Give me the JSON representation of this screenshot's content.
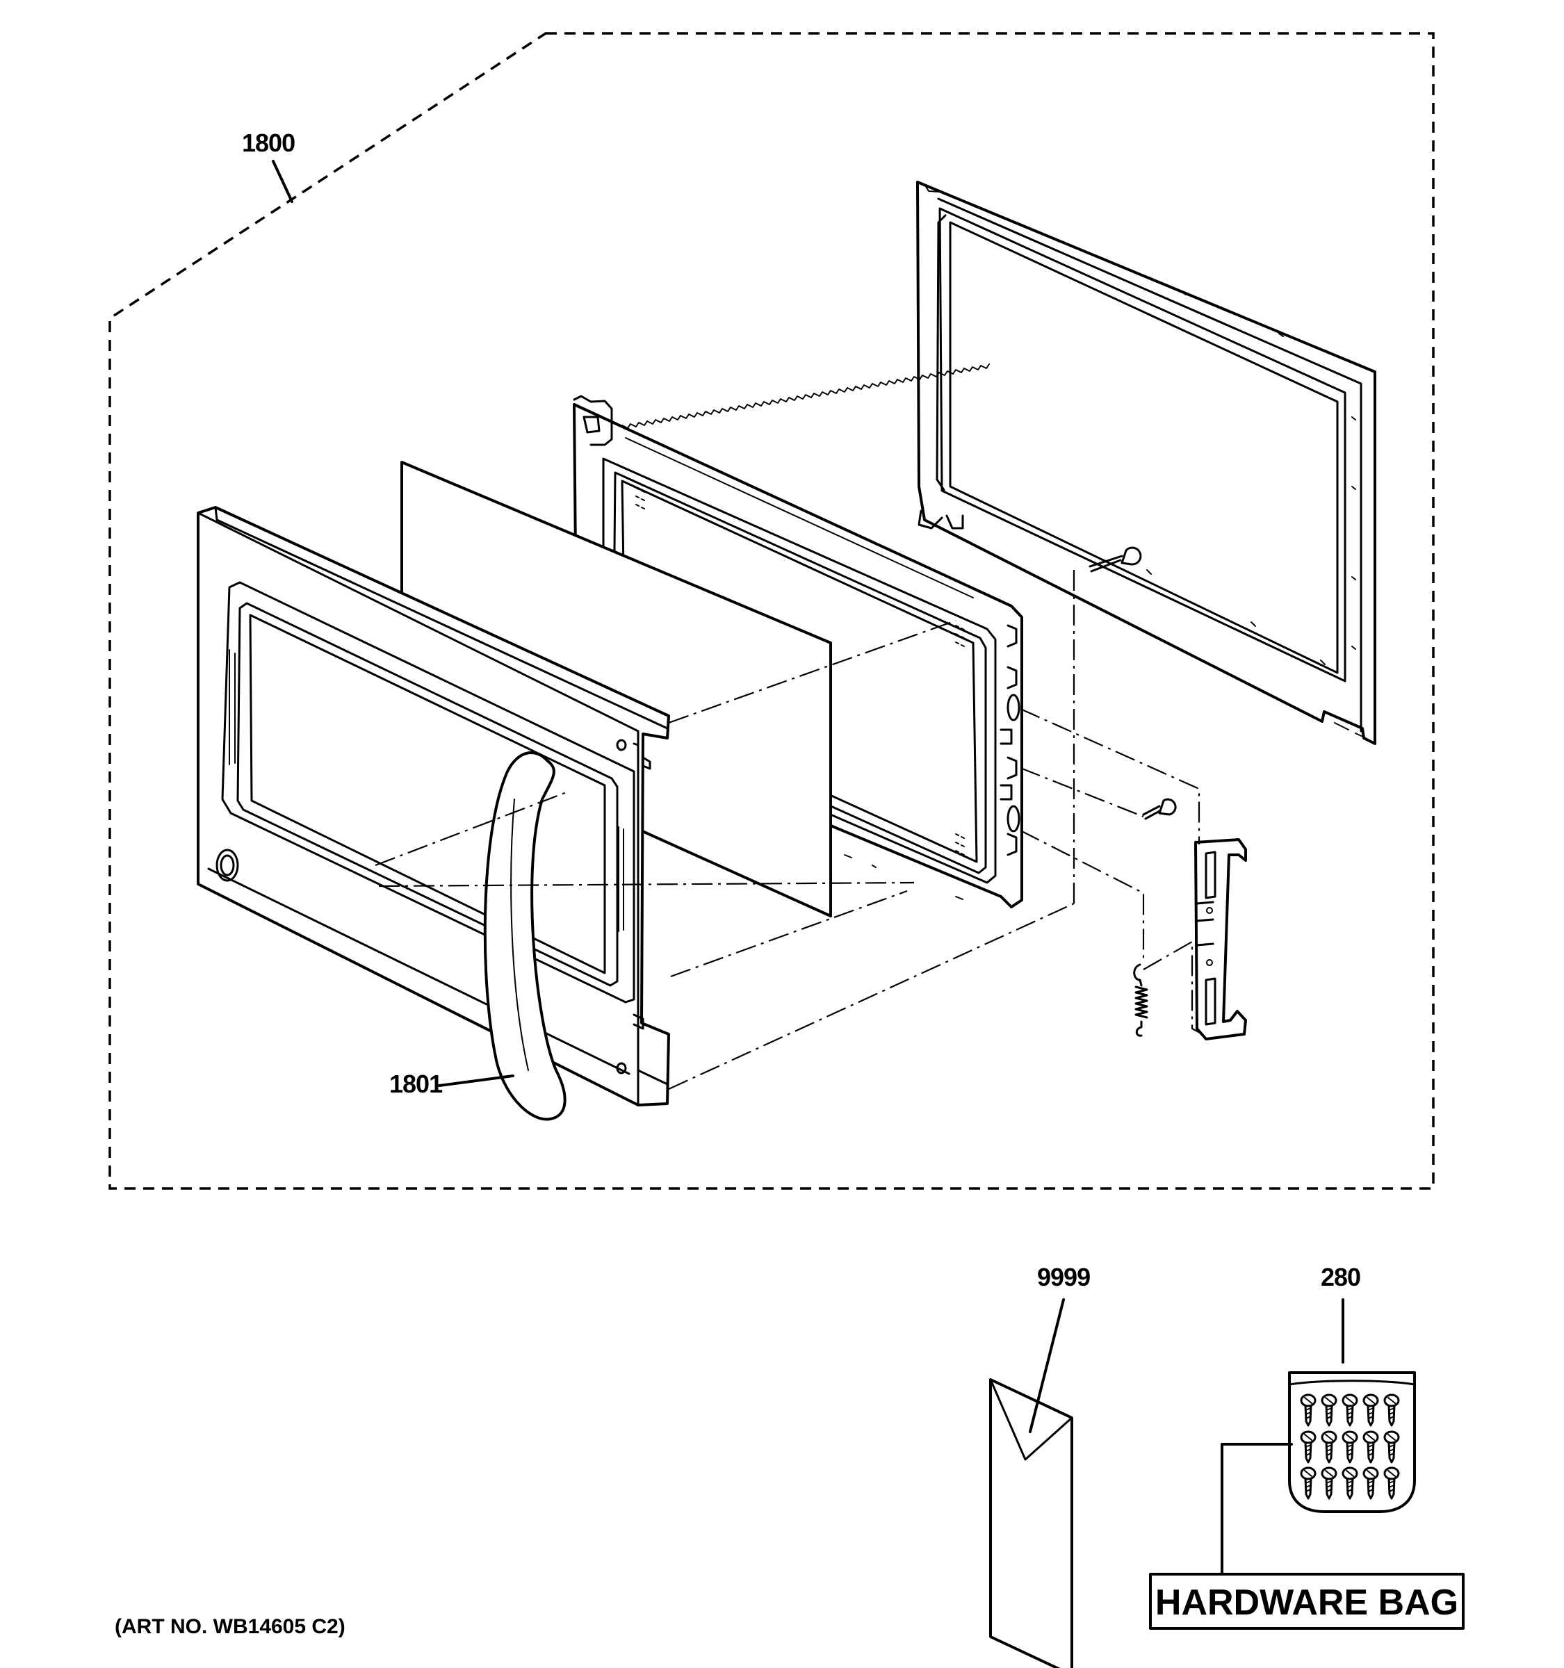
{
  "callouts": {
    "assembly": "1800",
    "handle": "1801",
    "literature": "9999",
    "hardware": "280"
  },
  "hardware_bag_label": "HARDWARE BAG",
  "art_number": "(ART NO. WB14605 C2)"
}
